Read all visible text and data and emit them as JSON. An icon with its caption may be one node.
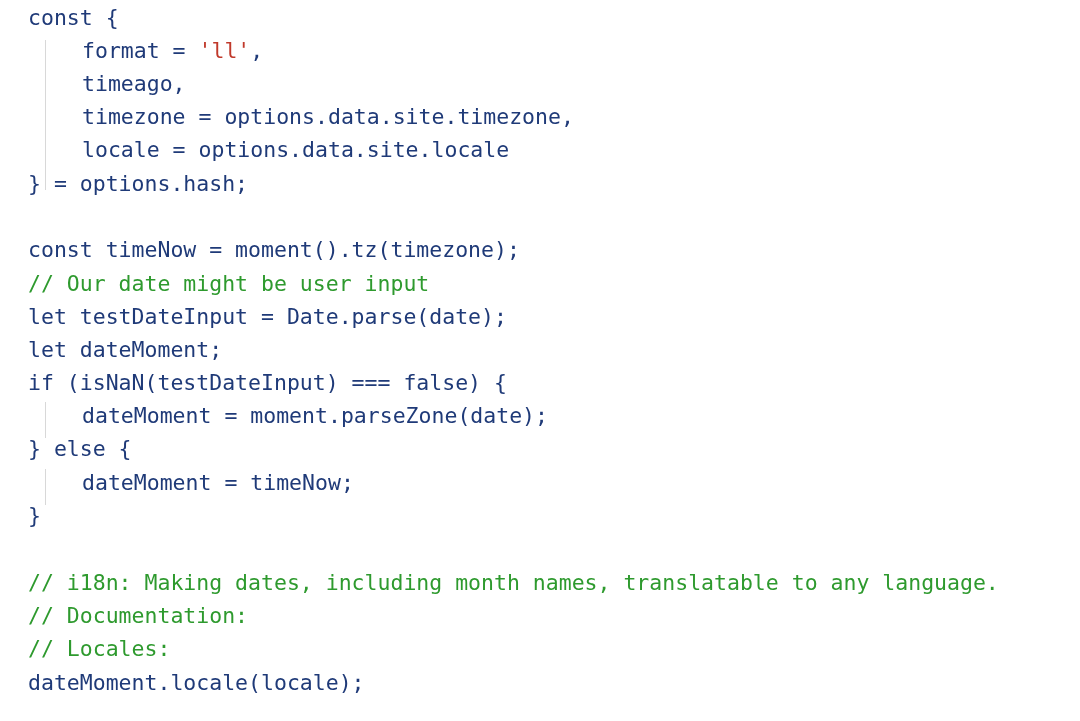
{
  "diagram": {
    "labels": [
      "const {",
      "format = 'll',",
      "timeago,",
      "timezone = options.data.site.timezone,",
      "locale = options.data.site.locale",
      "} = options.hash;",
      "const timeNow = moment().tz(timezone);",
      "// Our date might be user input",
      "let testDateInput = Date.parse(date);",
      "let dateMoment;",
      "if (isNaN(testDateInput) === false) {",
      "dateMoment = moment.parseZone(date);",
      "} else {",
      "dateMoment = timeNow;",
      "}",
      "// i18n: Making dates, including month names, translatable to any language.",
      "// Documentation:",
      "// Locales:",
      "dateMoment.locale(locale);"
    ]
  }
}
